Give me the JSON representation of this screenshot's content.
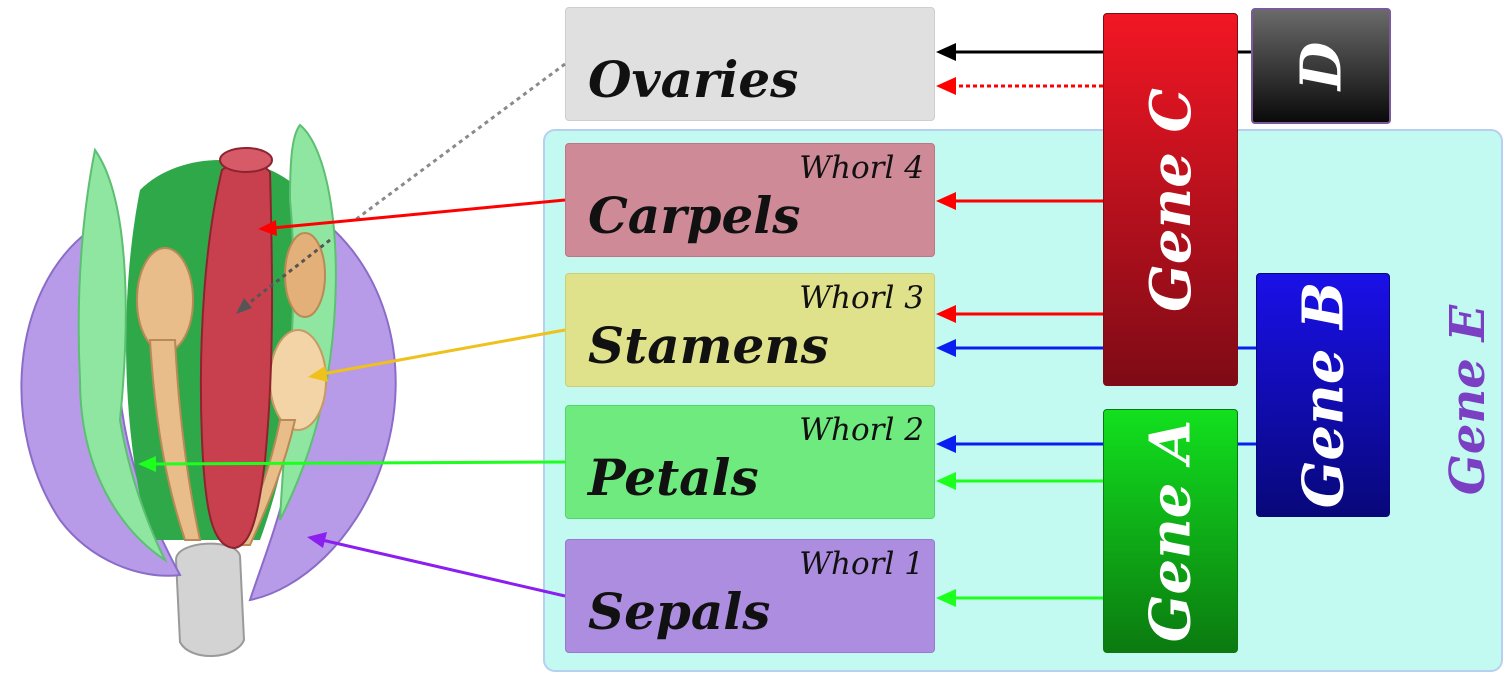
{
  "organs": [
    {
      "id": "ovaries",
      "label": "Ovaries",
      "whorl": "",
      "color": "#e0e0e0"
    },
    {
      "id": "carpels",
      "label": "Carpels",
      "whorl": "Whorl 4",
      "color": "#cf8a98"
    },
    {
      "id": "stamens",
      "label": "Stamens",
      "whorl": "Whorl 3",
      "color": "#dfe28a"
    },
    {
      "id": "petals",
      "label": "Petals",
      "whorl": "Whorl 2",
      "color": "#6fea7f"
    },
    {
      "id": "sepals",
      "label": "Sepals",
      "whorl": "Whorl 1",
      "color": "#ad8de0"
    }
  ],
  "genes": {
    "a": {
      "label": "Gene A",
      "color_top": "#12e01e",
      "color_bottom": "#0b7a10"
    },
    "b": {
      "label": "Gene B",
      "color_top": "#1a10e8",
      "color_bottom": "#08087a"
    },
    "c": {
      "label": "Gene C",
      "color_top": "#f21624",
      "color_bottom": "#7e0b16"
    },
    "d": {
      "label": "D",
      "color_top": "#6a6a6a",
      "color_bottom": "#0a0a0a"
    },
    "e": {
      "label": "Gene E",
      "region_color": "#c2f9f1",
      "label_color": "#7b3fc4"
    }
  },
  "arrow_colors": {
    "black": "#000000",
    "red": "#ff0000",
    "blue": "#0a1ef0",
    "green": "#1dff1d",
    "yellow": "#f0c01c",
    "purple": "#8a1ff0",
    "gray": "#8a8a8a"
  },
  "illustration": {
    "name": "flower-illustration"
  }
}
